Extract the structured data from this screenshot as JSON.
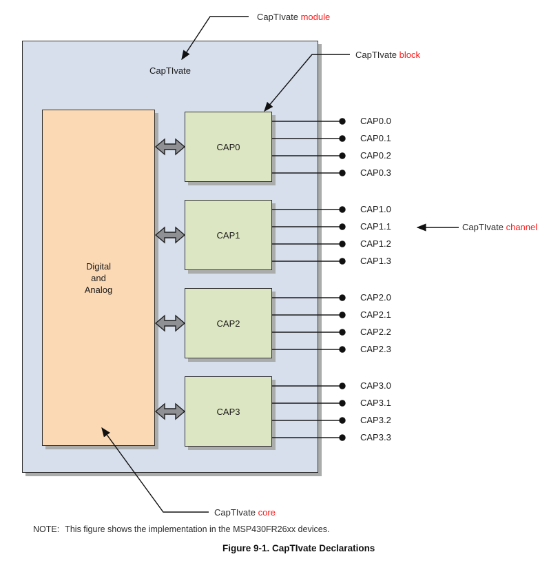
{
  "diagram": {
    "module_label": "CapTIvate",
    "core_label_lines": [
      "Digital",
      "and",
      "Analog"
    ],
    "blocks": [
      "CAP0",
      "CAP1",
      "CAP2",
      "CAP3"
    ],
    "pins": [
      "CAP0.0",
      "CAP0.1",
      "CAP0.2",
      "CAP0.3",
      "CAP1.0",
      "CAP1.1",
      "CAP1.2",
      "CAP1.3",
      "CAP2.0",
      "CAP2.1",
      "CAP2.2",
      "CAP2.3",
      "CAP3.0",
      "CAP3.1",
      "CAP3.2",
      "CAP3.3"
    ],
    "annotations": {
      "module": {
        "text": "CapTIvate ",
        "highlight": "module"
      },
      "block": {
        "text": "CapTIvate ",
        "highlight": "block"
      },
      "channel": {
        "text": "CapTIvate ",
        "highlight": "channel"
      },
      "core": {
        "text": "CapTIvate ",
        "highlight": "core"
      }
    },
    "colors": {
      "module_fill": "#d7dfec",
      "core_fill": "#fbd9b5",
      "block_fill": "#dde6c2",
      "arrow_fill": "#8e9093",
      "highlight": "#ff1a1a",
      "shadow": "#aaacab",
      "line": "#1a1a1a"
    }
  },
  "note": {
    "prefix": "NOTE:",
    "text": "This figure shows the implementation in the MSP430FR26xx devices."
  },
  "caption": "Figure 9-1. CapTIvate Declarations"
}
